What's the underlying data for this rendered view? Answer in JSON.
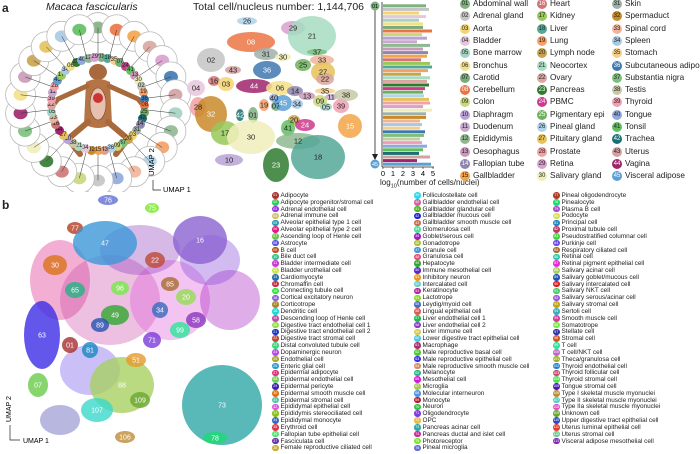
{
  "panel_a": {
    "letter": "a",
    "species": "Macaca fascicularis",
    "total_label": "Total cell/nucleus number: 1,144,706",
    "umap_x_label": "UMAP 1",
    "umap_y_label": "UMAP 2"
  },
  "panel_b": {
    "letter": "b",
    "umap_x_label": "UMAP 1",
    "umap_y_label": "UMAP 2",
    "cluster_labels": [
      "76",
      "77",
      "75",
      "16",
      "47",
      "63",
      "99",
      "88",
      "107",
      "106",
      "109",
      "73",
      "78",
      "01",
      "07",
      "81",
      "20",
      "49",
      "85",
      "34",
      "65",
      "22",
      "96",
      "58",
      "89",
      "30",
      "51",
      "71"
    ]
  },
  "chart_data": {
    "type": "bar",
    "orientation": "horizontal",
    "xlabel": "log10(number of cells/nuclei)",
    "xlabel_parts": [
      "log",
      "10",
      "(number of cells/nuclei)"
    ],
    "xlim": [
      0,
      5
    ],
    "xticks": [
      "0",
      "1",
      "2",
      "3",
      "4",
      "5"
    ],
    "categories": [
      "01",
      "02",
      "03",
      "04",
      "05",
      "06",
      "07",
      "08",
      "09",
      "10",
      "11",
      "12",
      "13",
      "14",
      "15",
      "16",
      "17",
      "18",
      "19",
      "20",
      "21",
      "22",
      "23",
      "24",
      "25",
      "26",
      "27",
      "28",
      "29",
      "30",
      "31",
      "32",
      "33",
      "34",
      "35",
      "36",
      "37",
      "38",
      "39",
      "40",
      "41",
      "42",
      "43",
      "44",
      "45"
    ],
    "values": [
      4.3,
      4.6,
      3.6,
      4.3,
      3.6,
      4.0,
      4.0,
      4.9,
      3.9,
      4.4,
      3.4,
      4.7,
      4.0,
      4.5,
      4.4,
      3.8,
      4.7,
      4.9,
      4.5,
      3.8,
      4.7,
      4.4,
      4.6,
      4.2,
      4.0,
      4.1,
      4.6,
      4.7,
      4.0,
      4.9,
      4.3,
      4.3,
      3.7,
      3.9,
      3.7,
      4.2,
      4.1,
      3.7,
      3.9,
      4.4,
      4.0,
      3.6,
      4.7,
      3.4,
      4.8
    ],
    "axis_start_label": "01",
    "axis_end_label": "45"
  },
  "tissues": [
    {
      "id": "01",
      "name": "Abdominal wall",
      "color": "#7fb07f"
    },
    {
      "id": "02",
      "name": "Adrenal gland",
      "color": "#c4c4c4"
    },
    {
      "id": "03",
      "name": "Aorta",
      "color": "#f4d470"
    },
    {
      "id": "04",
      "name": "Bladder",
      "color": "#e6c6dc"
    },
    {
      "id": "05",
      "name": "Bone marrow",
      "color": "#a4d2c4"
    },
    {
      "id": "06",
      "name": "Bronchus",
      "color": "#f2e08a"
    },
    {
      "id": "07",
      "name": "Carotid",
      "color": "#79aa79"
    },
    {
      "id": "08",
      "name": "Cerebellum",
      "color": "#eb7444"
    },
    {
      "id": "09",
      "name": "Colon",
      "color": "#c9d87c"
    },
    {
      "id": "10",
      "name": "Diaphragm",
      "color": "#b9a3d6"
    },
    {
      "id": "11",
      "name": "Duodenum",
      "color": "#c8a8cc"
    },
    {
      "id": "12",
      "name": "Epididymis",
      "color": "#8fb892"
    },
    {
      "id": "13",
      "name": "Oesophagus",
      "color": "#c99ab8"
    },
    {
      "id": "14",
      "name": "Fallopian tube",
      "color": "#8f86b0"
    },
    {
      "id": "15",
      "name": "Gallbladder",
      "color": "#f3a448"
    },
    {
      "id": "16",
      "name": "Heart",
      "color": "#d07478"
    },
    {
      "id": "17",
      "name": "Kidney",
      "color": "#98c85a"
    },
    {
      "id": "18",
      "name": "Liver",
      "color": "#55a898"
    },
    {
      "id": "19",
      "name": "Lung",
      "color": "#f4a068"
    },
    {
      "id": "20",
      "name": "Lymph node",
      "color": "#c9a34b"
    },
    {
      "id": "21",
      "name": "Neocortex",
      "color": "#a6dcc0"
    },
    {
      "id": "22",
      "name": "Ovary",
      "color": "#d9a6a0"
    },
    {
      "id": "23",
      "name": "Pancreas",
      "color": "#2f7a2f"
    },
    {
      "id": "24",
      "name": "PBMC",
      "color": "#cc3a8c"
    },
    {
      "id": "25",
      "name": "Pigmentary epi",
      "color": "#6eb05e"
    },
    {
      "id": "26",
      "name": "Pineal gland",
      "color": "#b0d4ea"
    },
    {
      "id": "27",
      "name": "Pituitary gland",
      "color": "#e6c25c"
    },
    {
      "id": "28",
      "name": "Prostate",
      "color": "#f2a2a2"
    },
    {
      "id": "29",
      "name": "Retina",
      "color": "#d8a0d0"
    },
    {
      "id": "30",
      "name": "Salivary gland",
      "color": "#eeeebb"
    },
    {
      "id": "31",
      "name": "Skin",
      "color": "#9fb0a8"
    },
    {
      "id": "32",
      "name": "Spermaduct",
      "color": "#c98a2a"
    },
    {
      "id": "33",
      "name": "Spinal cord",
      "color": "#f0b49a"
    },
    {
      "id": "34",
      "name": "Spleen",
      "color": "#a8c8e6"
    },
    {
      "id": "35",
      "name": "Stomach",
      "color": "#f5cf88"
    },
    {
      "id": "36",
      "name": "Subcutaneous adipose",
      "color": "#3f78b0"
    },
    {
      "id": "37",
      "name": "Substantia nigra",
      "color": "#7cc07c"
    },
    {
      "id": "38",
      "name": "Testis",
      "color": "#c8c8a8"
    },
    {
      "id": "39",
      "name": "Thyroid",
      "color": "#eea0b4"
    },
    {
      "id": "40",
      "name": "Tongue",
      "color": "#90a8dc"
    },
    {
      "id": "41",
      "name": "Tonsil",
      "color": "#5fbf5f"
    },
    {
      "id": "42",
      "name": "Trachea",
      "color": "#1a7070"
    },
    {
      "id": "43",
      "name": "Uterus",
      "color": "#d4a0a0"
    },
    {
      "id": "44",
      "name": "Vagina",
      "color": "#a0256c"
    },
    {
      "id": "45",
      "name": "Visceral adipose",
      "color": "#5b9fd4"
    }
  ],
  "cell_types": [
    "Adipocyte",
    "Adipocyte progenitor/stromal cell",
    "Adrenal endothelial cell",
    "Adrenal immune cell",
    "Alveolar epithelial type 1 cell",
    "Alveolar epithelial type 2 cell",
    "Ascending loop of Henle cell",
    "Astrocyte",
    "B cell",
    "Bile duct cell",
    "Bladder intermediate cell",
    "Bladder urothelial cell",
    "Cardiomyocyte",
    "Chromaffin cell",
    "Connecting tubule cell",
    "Cortical excitatory neuron",
    "Corticotrope",
    "Dendritic cell",
    "Descending loop of Henle cell",
    "Digestive tract endothelial cell 1",
    "Digestive tract endothelial cell 2",
    "Digestive tract stromal cell",
    "Distal convoluted tubule cell",
    "Dopaminergic neuron",
    "Endothelial cell",
    "Enteric glial cell",
    "Epidermal adipocyte",
    "Epidermal endothelial cell",
    "Epidermal pericyte",
    "Epidermal smooth muscle cell",
    "Epidermal stromal cell",
    "Epididymal epithelial cell",
    "Epididymis stereociliated cell",
    "Epididymal monocyte",
    "Erythroid cell",
    "Fallopian tube epithelial cell",
    "Fasciculata cell",
    "Female reproductive ciliated cell",
    "Folliculostellate cell",
    "Gallbladder endothelial cell",
    "Gallbladder glandular cell",
    "Gallbladder mucous cell",
    "Gallbladder smooth muscle cell",
    "Glomerulosa cell",
    "Goblet/serous cell",
    "Gonadotrope",
    "Granule cell",
    "Granulosa cell",
    "Hepatocyte",
    "Immune mesothelial cell",
    "Inhibitory neuron",
    "Intercalated cell",
    "Keratinocyte",
    "Lactotrope",
    "Leydig/myoid cell",
    "Lingual epithelial cell",
    "Liver endothelial cell 1",
    "Liver endothelial cell 2",
    "Liver immune cell",
    "Lower digestive tract epithelial cell",
    "Macrophage",
    "Male reproductive basal cell",
    "Male reproductive epithelial cell",
    "Male reproductive smooth muscle cell",
    "Melanocyte",
    "Mesothelial cell",
    "Microglia",
    "Molecular interneuron",
    "Monocyte",
    "Neuron",
    "Oligodendrocyte",
    "OPC",
    "Pancreas acinar cell",
    "Pancreas ductal and islet cell",
    "Photoreceptor",
    "Pineal microglia",
    "Pineal oligodendrocyte",
    "Pinealocyte",
    "Plasma B cell",
    "Podocyte",
    "Principal cell",
    "Proximal tubule cell",
    "Pseudostratified columnar cell",
    "Purkinje cell",
    "Respiratory ciliated cell",
    "Retinal cell",
    "Retinal pigment epithelial cell",
    "Salivary acinar cell",
    "Salivary goblet/mucous cell",
    "Salivary intercalated cell",
    "Salivary NKT cell",
    "Salivary serous/acinar cell",
    "Salivary stromal cell",
    "Sertoli cell",
    "Smooth muscle cell",
    "Somatotrope",
    "Stellate cell",
    "Stromal cell",
    "T cell",
    "T cell/NKT cell",
    "Theca/granulosa cell",
    "Thyroid endothelial cell",
    "Thyroid follicular cell",
    "Thyroid stromal cell",
    "Tongue stromal cell",
    "Type I skeletal muscle myonuclei",
    "Type II skeletal muscle myonuclei",
    "Type IIa skeletal muscle myonuclei",
    "Unknown cell",
    "Upper digestive tract epithelial cell",
    "Uterus luminal epithelial cell",
    "Uterus stromal cell",
    "Visceral adipose mesothelial cell"
  ]
}
